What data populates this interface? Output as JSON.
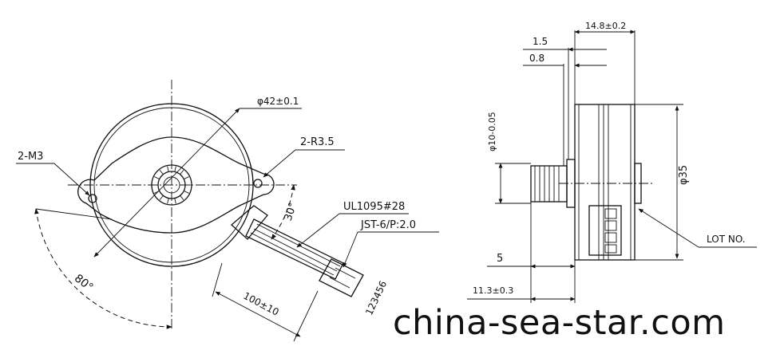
{
  "left_view": {
    "diameter_label": "φ42±0.1",
    "screw_label": "2-M3",
    "radius_label": "2-R3.5",
    "wire_label": "UL1095#28",
    "connector_label": "JST-6/P:2.0",
    "angle_80_label": "80°",
    "angle_30_label": "30°",
    "length_label": "100±10",
    "pins_label": "123456"
  },
  "right_view": {
    "width_label": "14.8±0.2",
    "dim_15_label": "1.5",
    "dim_08_label": "0.8",
    "shaft_label": "φ10-0.05",
    "body_dia_label": "φ35",
    "lot_label": "LOT NO.",
    "dim_5_label": "5",
    "shaft_len_label": "11.3±0.3"
  },
  "watermark": "china-sea-star.com"
}
